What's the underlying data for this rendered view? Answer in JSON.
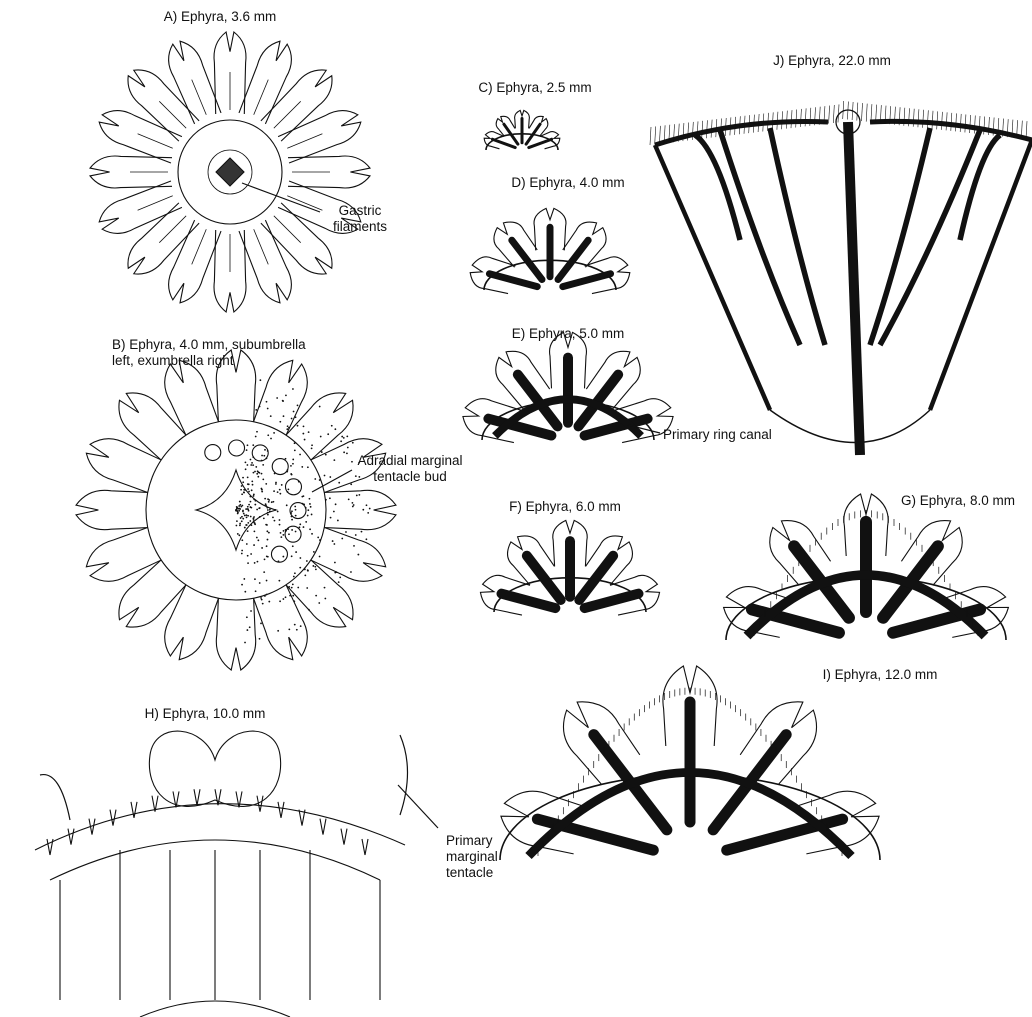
{
  "panels": {
    "A": {
      "title": "A) Ephyra, 3.6 mm"
    },
    "B": {
      "title": "B) Ephyra, 4.0 mm, subumbrella\nleft, exumbrella right"
    },
    "C": {
      "title": "C) Ephyra, 2.5 mm"
    },
    "D": {
      "title": "D) Ephyra, 4.0 mm"
    },
    "E": {
      "title": "E) Ephyra, 5.0 mm"
    },
    "F": {
      "title": "F) Ephyra, 6.0 mm"
    },
    "G": {
      "title": "G) Ephyra, 8.0 mm"
    },
    "H": {
      "title": "H) Ephyra, 10.0 mm"
    },
    "I": {
      "title": "I) Ephyra, 12.0 mm"
    },
    "J": {
      "title": "J) Ephyra, 22.0 mm"
    }
  },
  "annotations": {
    "gastric_filaments": "Gastric\nfilaments",
    "adradial_bud": "Adradial marginal\ntentacle bud",
    "primary_ring_canal": "Primary ring canal",
    "primary_marginal_tentacle": "Primary\nmarginal\ntentacle"
  },
  "colors": {
    "ink": "#111111",
    "paper": "#ffffff"
  }
}
